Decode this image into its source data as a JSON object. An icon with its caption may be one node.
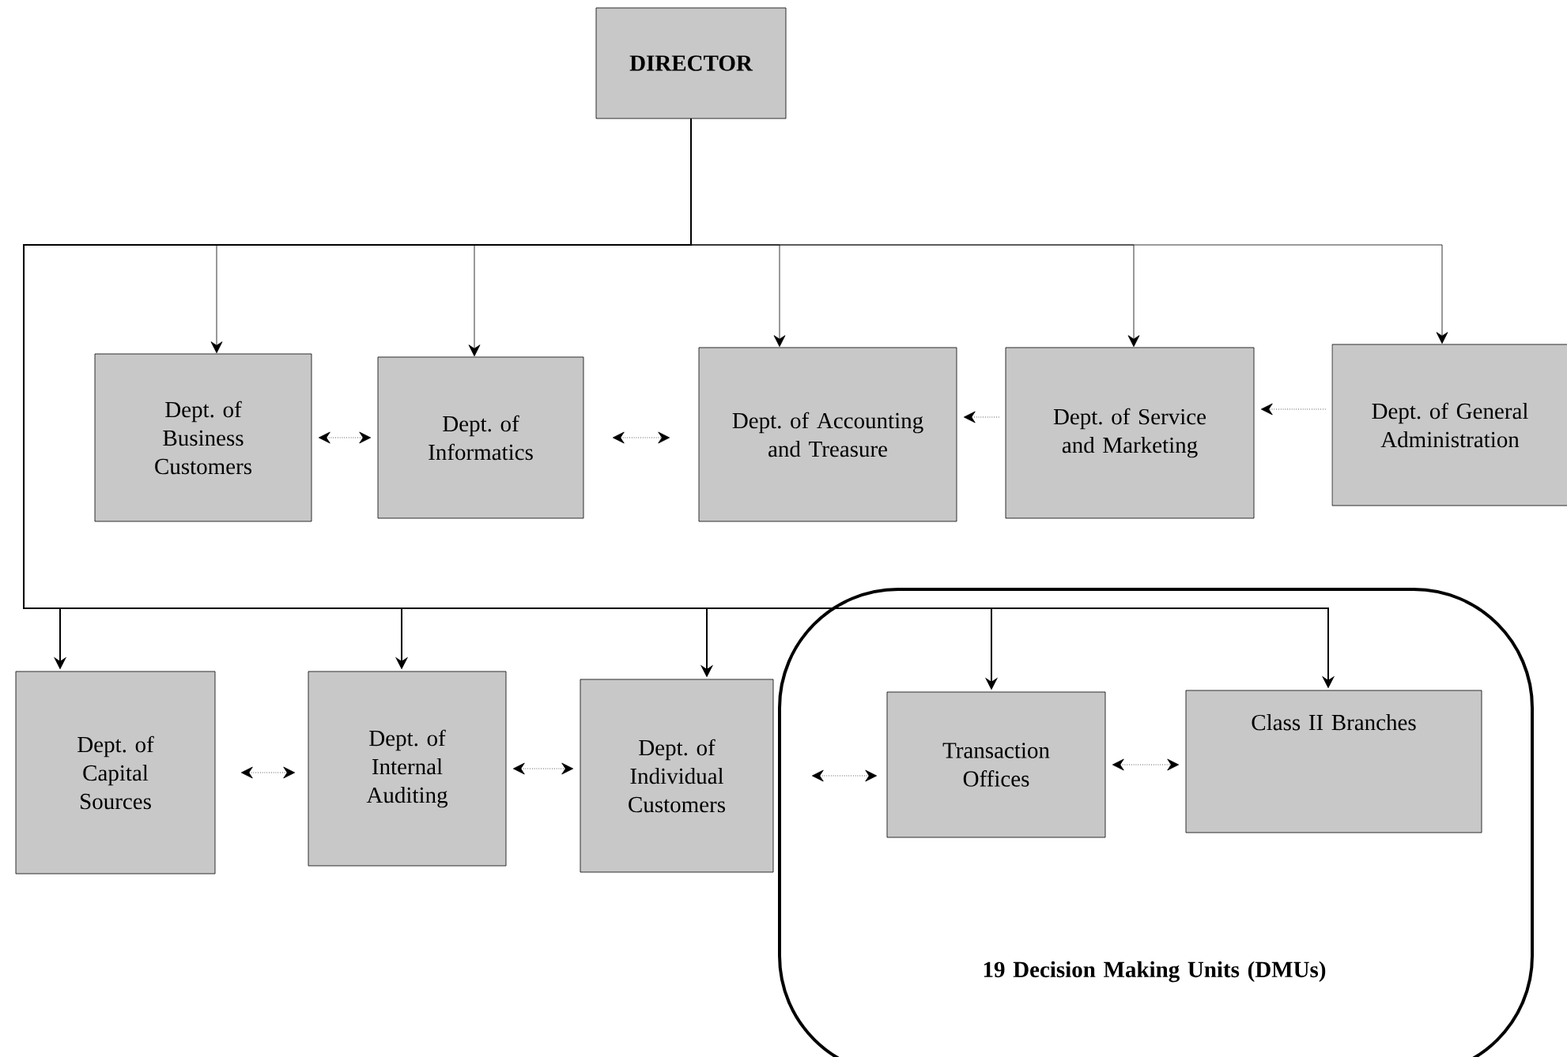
{
  "diagram": {
    "nodes": [
      {
        "text": [
          "DIRECTOR"
        ]
      },
      {
        "text": [
          "Dept. of Business Customers"
        ]
      },
      {
        "text": [
          "Dept. of Informatics"
        ]
      },
      {
        "text": [
          "Dept. of Accounting and Treasure"
        ]
      },
      {
        "text": [
          "Dept. of Service and Marketing"
        ]
      },
      {
        "text": [
          "Dept. of General Administration"
        ]
      },
      {
        "text": [
          "Dept. of Capital Sources"
        ]
      },
      {
        "text": [
          "Dept. of Internal Auditing"
        ]
      },
      {
        "text": [
          "Dept. of Individual Customers"
        ]
      },
      {
        "text": [
          "19 Decision Making Units (DMUs)"
        ]
      },
      {
        "text": [
          "Transaction Offices"
        ],
        "in": 9
      },
      {
        "text": [
          "Class II Branches"
        ],
        "in": 9
      }
    ],
    "edges": [
      {
        "from": 0,
        "to": 1,
        "arrow": "to"
      },
      {
        "from": 0,
        "to": 2,
        "arrow": "to"
      },
      {
        "from": 0,
        "to": 3,
        "arrow": "to"
      },
      {
        "from": 0,
        "to": 4,
        "arrow": "to"
      },
      {
        "from": 0,
        "to": 5,
        "arrow": "to"
      },
      {
        "from": 0,
        "to": 6,
        "arrow": "to"
      },
      {
        "from": 0,
        "to": 7,
        "arrow": "to"
      },
      {
        "from": 0,
        "to": 8,
        "arrow": "to"
      },
      {
        "from": 0,
        "to": 10,
        "arrow": "to"
      },
      {
        "from": 0,
        "to": 11,
        "arrow": "to"
      },
      {
        "from": 1,
        "to": 2,
        "arrow": "both",
        "style": "dashed"
      },
      {
        "from": 2,
        "to": 3,
        "arrow": "both",
        "style": "dashed"
      },
      {
        "from": 4,
        "to": 3,
        "arrow": "to",
        "style": "dashed"
      },
      {
        "from": 5,
        "to": 4,
        "arrow": "to",
        "style": "dashed"
      },
      {
        "from": 6,
        "to": 7,
        "arrow": "both",
        "style": "dashed"
      },
      {
        "from": 7,
        "to": 8,
        "arrow": "both",
        "style": "dashed"
      },
      {
        "from": 8,
        "to": 10,
        "arrow": "both",
        "style": "dashed"
      },
      {
        "from": 10,
        "to": 11,
        "arrow": "both",
        "style": "dashed"
      }
    ]
  }
}
